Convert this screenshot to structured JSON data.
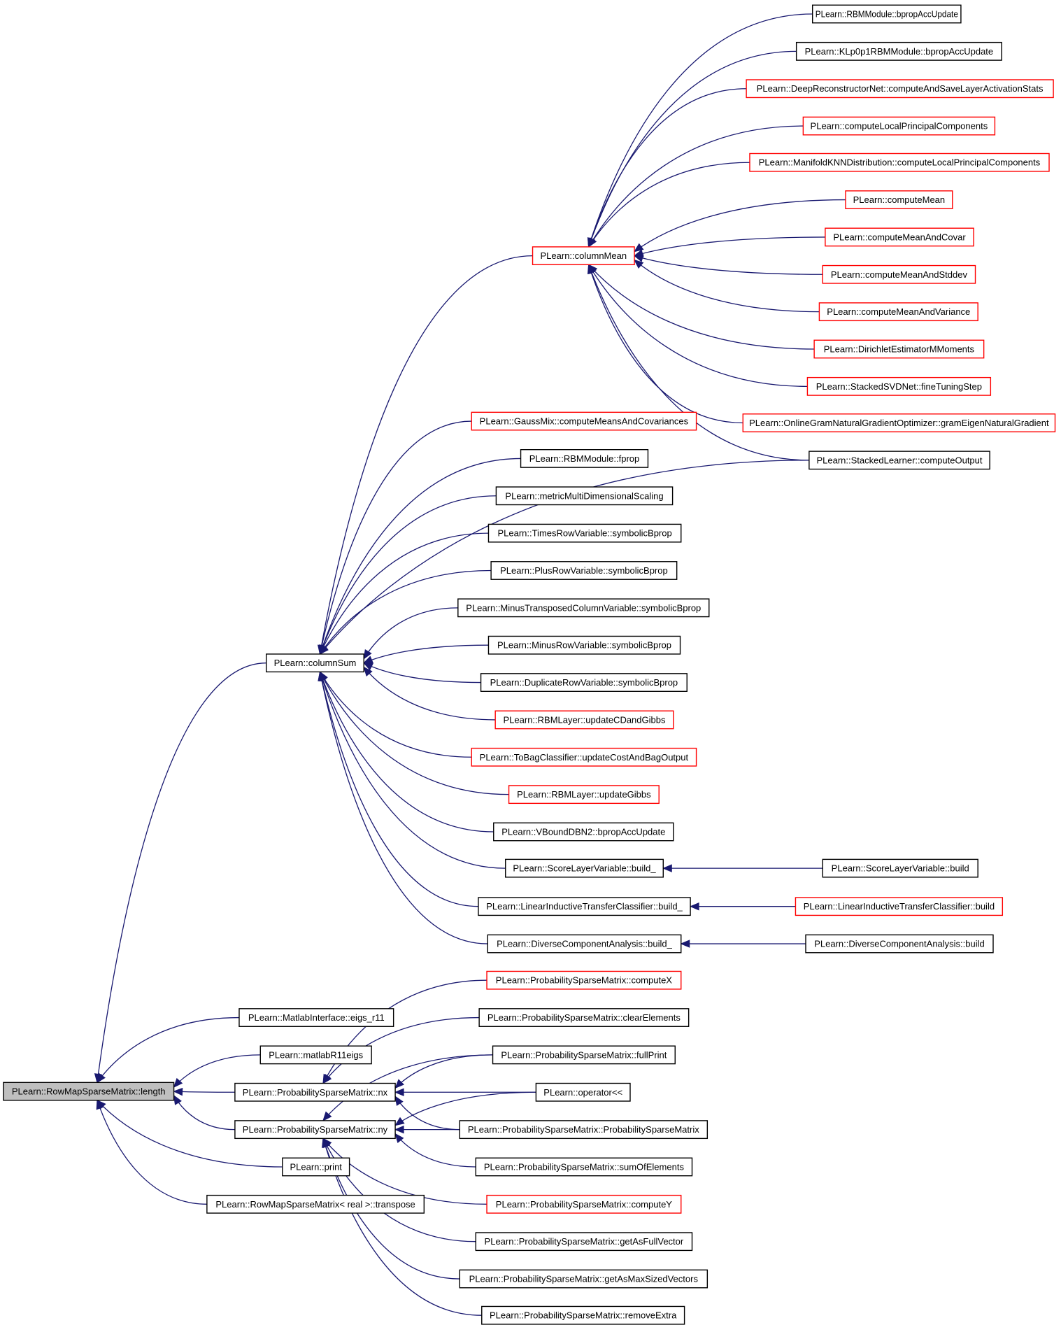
{
  "diagram": {
    "nodes": [
      {
        "id": "length",
        "label": "PLearn::RowMapSparseMatrix::length",
        "highlight": true
      },
      {
        "id": "columnSum",
        "label": "PLearn::columnSum"
      },
      {
        "id": "columnMean",
        "label": "PLearn::columnMean",
        "red": true
      },
      {
        "id": "rbmBprop",
        "label": "PLearn::RBMModule::bpropAccUpdate"
      },
      {
        "id": "klBprop",
        "label": "PLearn::KLp0p1RBMModule::bpropAccUpdate"
      },
      {
        "id": "deepRecon",
        "label": "PLearn::DeepReconstructorNet::computeAndSaveLayerActivationStats",
        "red": true
      },
      {
        "id": "localPC",
        "label": "PLearn::computeLocalPrincipalComponents",
        "red": true
      },
      {
        "id": "manifoldPC",
        "label": "PLearn::ManifoldKNNDistribution::computeLocalPrincipalComponents",
        "red": true
      },
      {
        "id": "computeMean",
        "label": "PLearn::computeMean",
        "red": true
      },
      {
        "id": "meanCovar",
        "label": "PLearn::computeMeanAndCovar",
        "red": true
      },
      {
        "id": "meanStddev",
        "label": "PLearn::computeMeanAndStddev",
        "red": true
      },
      {
        "id": "meanVariance",
        "label": "PLearn::computeMeanAndVariance",
        "red": true
      },
      {
        "id": "dirichlet",
        "label": "PLearn::DirichletEstimatorMMoments",
        "red": true
      },
      {
        "id": "stackedSVD",
        "label": "PLearn::StackedSVDNet::fineTuningStep",
        "red": true
      },
      {
        "id": "onlineGram",
        "label": "PLearn::OnlineGramNaturalGradientOptimizer::gramEigenNaturalGradient",
        "red": true
      },
      {
        "id": "stackedLearner",
        "label": "PLearn::StackedLearner::computeOutput"
      },
      {
        "id": "gaussMix",
        "label": "PLearn::GaussMix::computeMeansAndCovariances",
        "red": true
      },
      {
        "id": "rbmFprop",
        "label": "PLearn::RBMModule::fprop"
      },
      {
        "id": "metricMDS",
        "label": "PLearn::metricMultiDimensionalScaling"
      },
      {
        "id": "timesRow",
        "label": "PLearn::TimesRowVariable::symbolicBprop"
      },
      {
        "id": "plusRow",
        "label": "PLearn::PlusRowVariable::symbolicBprop"
      },
      {
        "id": "minusTransposed",
        "label": "PLearn::MinusTransposedColumnVariable::symbolicBprop"
      },
      {
        "id": "minusRow",
        "label": "PLearn::MinusRowVariable::symbolicBprop"
      },
      {
        "id": "duplicateRow",
        "label": "PLearn::DuplicateRowVariable::symbolicBprop"
      },
      {
        "id": "rbmCD",
        "label": "PLearn::RBMLayer::updateCDandGibbs",
        "red": true
      },
      {
        "id": "toBag",
        "label": "PLearn::ToBagClassifier::updateCostAndBagOutput",
        "red": true
      },
      {
        "id": "rbmGibbs",
        "label": "PLearn::RBMLayer::updateGibbs",
        "red": true
      },
      {
        "id": "vbound",
        "label": "PLearn::VBoundDBN2::bpropAccUpdate"
      },
      {
        "id": "scoreBuild_",
        "label": "PLearn::ScoreLayerVariable::build_"
      },
      {
        "id": "scoreBuild",
        "label": "PLearn::ScoreLayerVariable::build"
      },
      {
        "id": "litcBuild_",
        "label": "PLearn::LinearInductiveTransferClassifier::build_"
      },
      {
        "id": "litcBuild",
        "label": "PLearn::LinearInductiveTransferClassifier::build",
        "red": true
      },
      {
        "id": "dcaBuild_",
        "label": "PLearn::DiverseComponentAnalysis::build_"
      },
      {
        "id": "dcaBuild",
        "label": "PLearn::DiverseComponentAnalysis::build"
      },
      {
        "id": "eigs",
        "label": "PLearn::MatlabInterface::eigs_r11"
      },
      {
        "id": "matlabR11",
        "label": "PLearn::matlabR11eigs"
      },
      {
        "id": "nx",
        "label": "PLearn::ProbabilitySparseMatrix::nx"
      },
      {
        "id": "ny",
        "label": "PLearn::ProbabilitySparseMatrix::ny"
      },
      {
        "id": "print",
        "label": "PLearn::print"
      },
      {
        "id": "transpose",
        "label": "PLearn::RowMapSparseMatrix< real >::transpose"
      },
      {
        "id": "computeX",
        "label": "PLearn::ProbabilitySparseMatrix::computeX",
        "red": true
      },
      {
        "id": "clearElements",
        "label": "PLearn::ProbabilitySparseMatrix::clearElements"
      },
      {
        "id": "fullPrint",
        "label": "PLearn::ProbabilitySparseMatrix::fullPrint"
      },
      {
        "id": "operatorOut",
        "label": "PLearn::operator<<"
      },
      {
        "id": "psmCtor",
        "label": "PLearn::ProbabilitySparseMatrix::ProbabilitySparseMatrix"
      },
      {
        "id": "sumOfElements",
        "label": "PLearn::ProbabilitySparseMatrix::sumOfElements"
      },
      {
        "id": "computeY",
        "label": "PLearn::ProbabilitySparseMatrix::computeY",
        "red": true
      },
      {
        "id": "getAsFull",
        "label": "PLearn::ProbabilitySparseMatrix::getAsFullVector"
      },
      {
        "id": "getAsMax",
        "label": "PLearn::ProbabilitySparseMatrix::getAsMaxSizedVectors"
      },
      {
        "id": "removeExtra",
        "label": "PLearn::ProbabilitySparseMatrix::removeExtra"
      }
    ],
    "edges": [
      [
        "columnSum",
        "length"
      ],
      [
        "eigs",
        "length"
      ],
      [
        "matlabR11",
        "length"
      ],
      [
        "nx",
        "length"
      ],
      [
        "ny",
        "length"
      ],
      [
        "print",
        "length"
      ],
      [
        "transpose",
        "length"
      ],
      [
        "columnMean",
        "columnSum"
      ],
      [
        "stackedLearner",
        "columnSum"
      ],
      [
        "gaussMix",
        "columnSum"
      ],
      [
        "rbmFprop",
        "columnSum"
      ],
      [
        "metricMDS",
        "columnSum"
      ],
      [
        "timesRow",
        "columnSum"
      ],
      [
        "plusRow",
        "columnSum"
      ],
      [
        "minusTransposed",
        "columnSum"
      ],
      [
        "minusRow",
        "columnSum"
      ],
      [
        "duplicateRow",
        "columnSum"
      ],
      [
        "rbmCD",
        "columnSum"
      ],
      [
        "toBag",
        "columnSum"
      ],
      [
        "rbmGibbs",
        "columnSum"
      ],
      [
        "vbound",
        "columnSum"
      ],
      [
        "scoreBuild_",
        "columnSum"
      ],
      [
        "litcBuild_",
        "columnSum"
      ],
      [
        "dcaBuild_",
        "columnSum"
      ],
      [
        "rbmBprop",
        "columnMean"
      ],
      [
        "klBprop",
        "columnMean"
      ],
      [
        "deepRecon",
        "columnMean"
      ],
      [
        "localPC",
        "columnMean"
      ],
      [
        "manifoldPC",
        "columnMean"
      ],
      [
        "computeMean",
        "columnMean"
      ],
      [
        "meanCovar",
        "columnMean"
      ],
      [
        "meanStddev",
        "columnMean"
      ],
      [
        "meanVariance",
        "columnMean"
      ],
      [
        "dirichlet",
        "columnMean"
      ],
      [
        "stackedSVD",
        "columnMean"
      ],
      [
        "onlineGram",
        "columnMean"
      ],
      [
        "stackedLearner",
        "columnMean"
      ],
      [
        "scoreBuild",
        "scoreBuild_"
      ],
      [
        "litcBuild",
        "litcBuild_"
      ],
      [
        "dcaBuild",
        "dcaBuild_"
      ],
      [
        "computeX",
        "nx"
      ],
      [
        "clearElements",
        "nx"
      ],
      [
        "fullPrint",
        "nx"
      ],
      [
        "operatorOut",
        "nx"
      ],
      [
        "psmCtor",
        "nx"
      ],
      [
        "fullPrint",
        "ny"
      ],
      [
        "operatorOut",
        "ny"
      ],
      [
        "psmCtor",
        "ny"
      ],
      [
        "sumOfElements",
        "ny"
      ],
      [
        "computeY",
        "ny"
      ],
      [
        "getAsFull",
        "ny"
      ],
      [
        "getAsMax",
        "ny"
      ],
      [
        "removeExtra",
        "ny"
      ]
    ]
  }
}
